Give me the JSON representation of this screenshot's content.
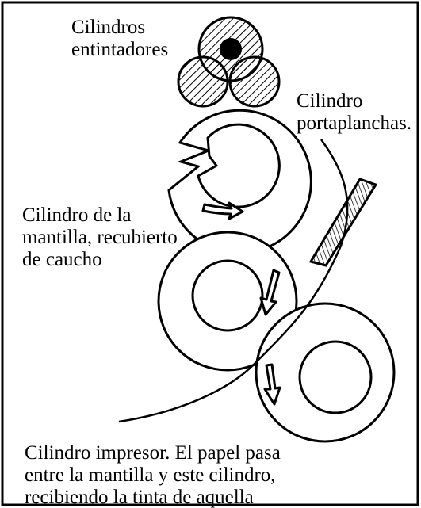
{
  "labels": {
    "inking_title_1": "Cilindros",
    "inking_title_2": "entintadores",
    "plate_title_1": "Cilindro",
    "plate_title_2": "portaplanchas.",
    "blanket_1": "Cilindro de la",
    "blanket_2": "mantilla, recubierto",
    "blanket_3": "de caucho",
    "impression_1": "Cilindro impresor. El papel pasa",
    "impression_2": "entre la mantilla y este cilindro,",
    "impression_3": "recibiendo la tinta de aquella"
  },
  "colors": {
    "ink": "#000000",
    "background": "#ffffff"
  }
}
